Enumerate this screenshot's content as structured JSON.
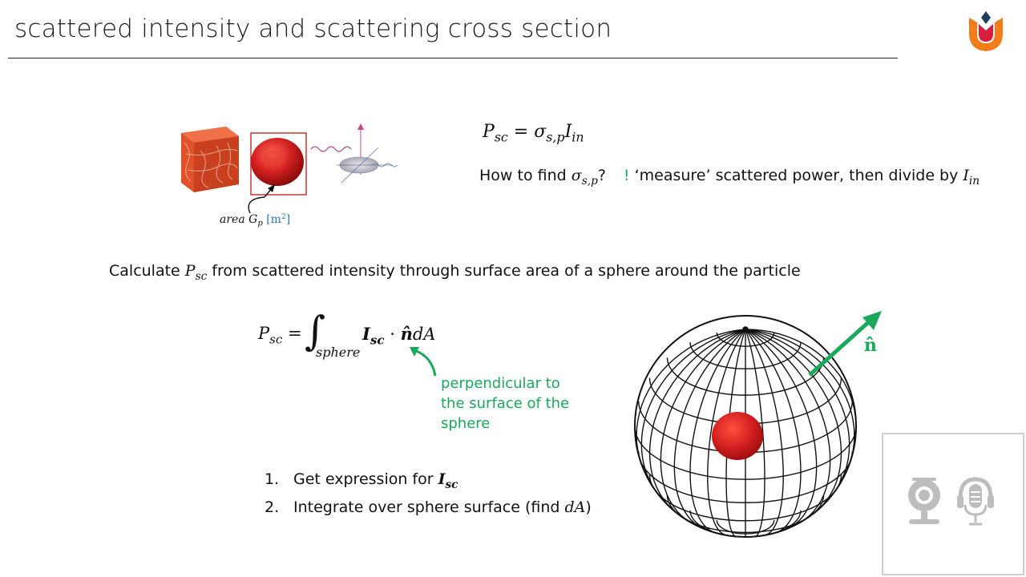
{
  "slide": {
    "title": "scattered intensity and scattering cross section"
  },
  "formula1": {
    "lhs": "P",
    "lhs_sub": "sc",
    "eq": " = ",
    "sigma": "σ",
    "sigma_sub": "s,p",
    "I": "I",
    "I_sub": "in"
  },
  "question": {
    "prefix": "How to find ",
    "sigma": "σ",
    "sigma_sub": "s,p",
    "qmark": "?",
    "bang": "!",
    "answer": " ‘measure’ scattered power, then divide by ",
    "I": "I",
    "I_sub": "in"
  },
  "illustration": {
    "area_label": "area G",
    "area_sub": "p",
    "units_open": " [m",
    "units_exp": "2",
    "units_close": "]"
  },
  "calculate": {
    "prefix": "Calculate ",
    "P": "P",
    "P_sub": "sc",
    "suffix": " from scattered intensity through surface area of a sphere around the particle"
  },
  "integral": {
    "lhs": "P",
    "lhs_sub": "sc",
    "eq": " = ",
    "symbol": "∫",
    "domain": "sphere",
    "I": "I",
    "I_sub": "sc",
    "dot": " · ",
    "n": "n̂",
    "dA": "dA"
  },
  "annotation": {
    "text": "perpendicular to the surface of the sphere",
    "color": "#1aa85a"
  },
  "steps": [
    {
      "num": "1.",
      "text": "Get expression for ",
      "math": "I",
      "math_sub": "sc",
      "tail": ""
    },
    {
      "num": "2.",
      "text": "Integrate over sphere surface (find ",
      "math": "dA",
      "math_sub": "",
      "tail": ")"
    }
  ],
  "sphere_label": "n̂",
  "colors": {
    "accent_green": "#1aa85a",
    "cell_red": "#d42020",
    "units_blue": "#2e75b6",
    "logo_orange": "#f07c1a",
    "logo_red": "#d61f3c",
    "logo_navy": "#1f3d5c"
  },
  "icons": [
    "logo-tulip",
    "webcam-icon",
    "microphone-headset-icon"
  ]
}
